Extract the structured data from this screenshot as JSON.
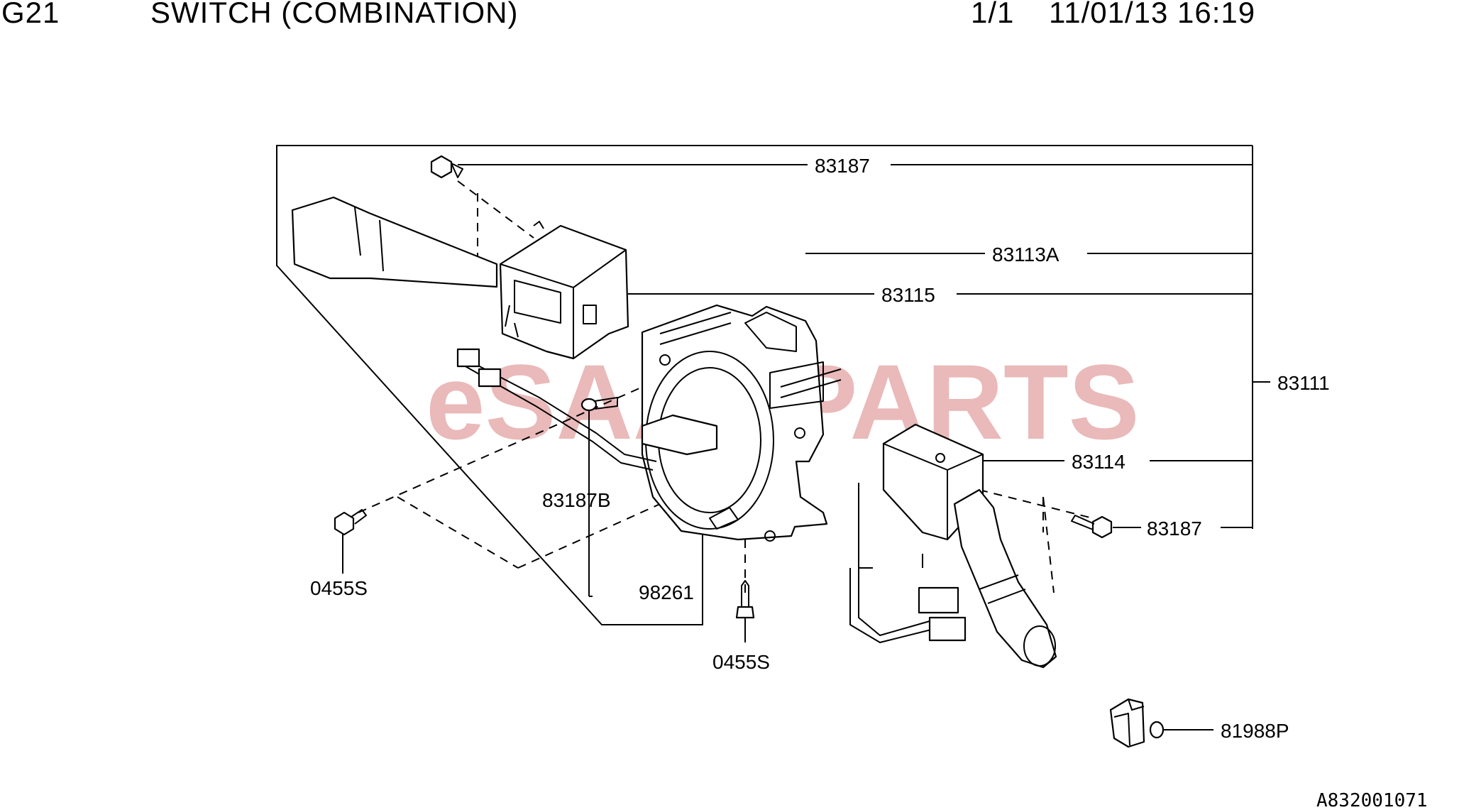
{
  "header": {
    "group_code": "G21",
    "group_title": "SWITCH (COMBINATION)",
    "page": "1/1",
    "datetime": "11/01/13 16:19"
  },
  "watermark": {
    "brand": "eSAABPARTS",
    "color": "#d98080"
  },
  "callouts": {
    "screw_top": "83187",
    "lever_left": "83115",
    "switch_body": "83113A",
    "assembly": "83111",
    "lever_right": "83114",
    "screw_right": "83187",
    "screw_center": "83187B",
    "screw_left": "0455S",
    "clock_spring": "98261",
    "screw_bottom": "0455S",
    "clip": "81988P"
  },
  "footer": {
    "drawing_id": "A832001071"
  }
}
